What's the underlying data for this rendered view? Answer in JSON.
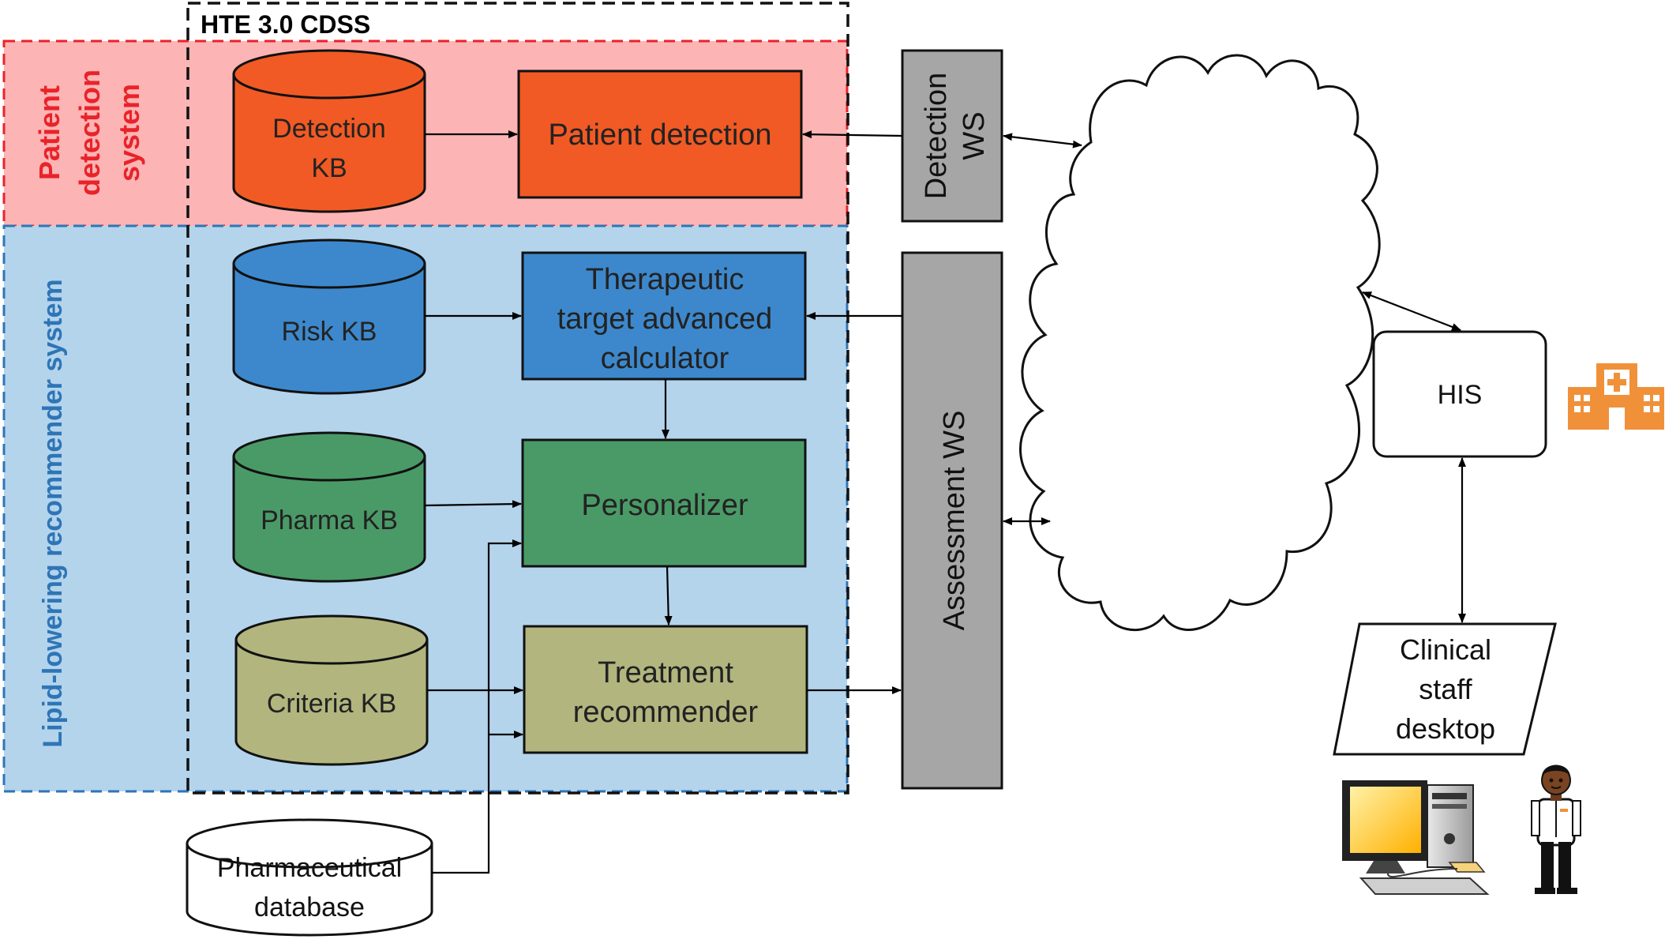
{
  "title": "HTE 3.0 CDSS",
  "regions": {
    "patient_detection_system": {
      "label_lines": [
        "Patient",
        "detection",
        "system"
      ],
      "color": "#e8232a",
      "fill": "#fcb4b4"
    },
    "lipid_lowering_system": {
      "label": "Lipid-lowering recommender system",
      "color": "#2e75b6",
      "fill": "#b4d4ec"
    }
  },
  "knowledge_bases": {
    "detection": {
      "lines": [
        "Detection",
        "KB"
      ],
      "fill": "#f15a24"
    },
    "risk": {
      "lines": [
        "Risk KB"
      ],
      "fill": "#3d88cc"
    },
    "pharma": {
      "lines": [
        "Pharma KB"
      ],
      "fill": "#4a9a67"
    },
    "criteria": {
      "lines": [
        "Criteria KB"
      ],
      "fill": "#b2b57e"
    },
    "pharmaceutical_db": {
      "lines": [
        "Pharmaceutical",
        "database"
      ],
      "fill": "#ffffff"
    }
  },
  "modules": {
    "patient_detection": {
      "lines": [
        "Patient detection"
      ],
      "fill": "#f15a24"
    },
    "therapeutic_calculator": {
      "lines": [
        "Therapeutic",
        "target advanced",
        "calculator"
      ],
      "fill": "#3d88cc"
    },
    "personalizer": {
      "lines": [
        "Personalizer"
      ],
      "fill": "#4a9a67"
    },
    "treatment_recommender": {
      "lines": [
        "Treatment",
        "recommender"
      ],
      "fill": "#b2b57e"
    }
  },
  "web_services": {
    "detection_ws": {
      "lines": [
        "Detection",
        "WS"
      ],
      "fill": "#a6a6a6"
    },
    "assessment_ws": {
      "lines": [
        "Assessment WS"
      ],
      "fill": "#a6a6a6"
    }
  },
  "his": {
    "label": "HIS"
  },
  "clinical_desktop": {
    "lines": [
      "Clinical",
      "staff",
      "desktop"
    ]
  },
  "icons": [
    "hospital-icon",
    "computer-icon",
    "doctor-icon",
    "cloud-icon"
  ],
  "accent_colors": {
    "hospital": "#f0913a",
    "monitor": "#ffc000"
  }
}
